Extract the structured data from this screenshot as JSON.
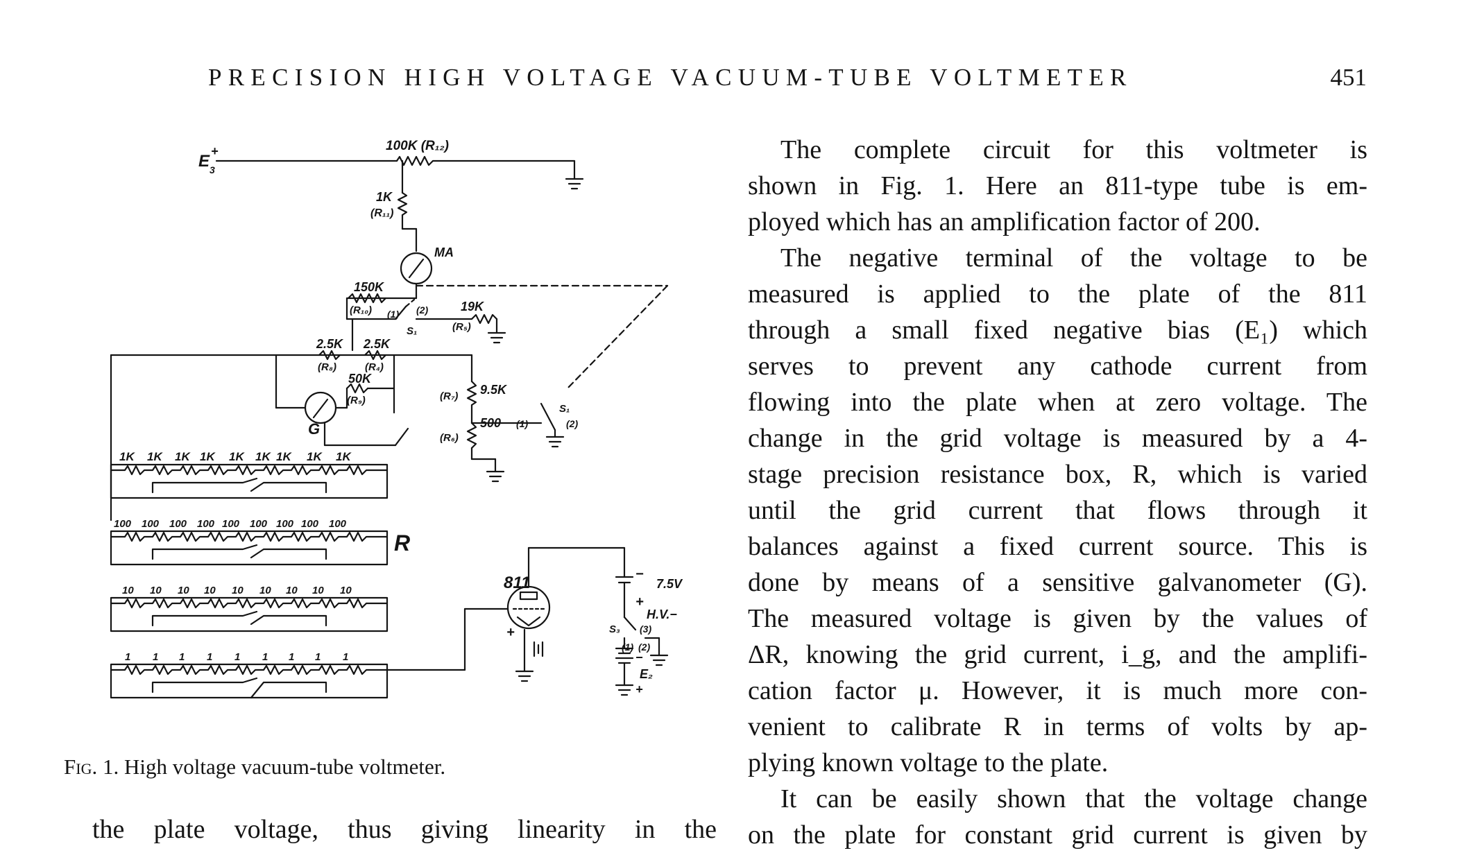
{
  "header": {
    "running_title": "PRECISION HIGH VOLTAGE VACUUM-TUBE VOLTMETER",
    "page_number": "451"
  },
  "figure": {
    "caption_label": "Fig. 1.",
    "caption_text": "High voltage vacuum-tube voltmeter.",
    "labels": {
      "e3": "E",
      "e3_sub": "3",
      "e3_plus": "+",
      "r12": "100K (R₁₂)",
      "r11_value": "1K",
      "r11_ref": "(R₁₁)",
      "ma": "MA",
      "r10_value": "150K",
      "r10_ref": "(R₁₀)",
      "sw1_pos1": "(1)",
      "sw1_pos2": "(2)",
      "sw1_name": "S₁",
      "r5_value": "19K",
      "r5_ref": "(R₅)",
      "r8_value": "2.5K",
      "r8_ref": "(R₈)",
      "r4_value": "2.5K",
      "r4_ref": "(R₄)",
      "r9_value": "50K",
      "r9_ref": "(R₉)",
      "galvanometer": "G",
      "r7_ref": "(R₇)",
      "r7_value": "9.5K",
      "r6_value": "500",
      "r6_ref": "(R₆)",
      "sw1b_pos1": "(1)",
      "sw1b_name": "S₁",
      "sw1b_pos2": "(2)",
      "decade_1k": [
        "1K",
        "1K",
        "1K",
        "1K",
        "1K",
        "1K",
        "1K",
        "1K",
        "1K"
      ],
      "decade_100": [
        "100",
        "100",
        "100",
        "100",
        "100",
        "100",
        "100",
        "100",
        "100"
      ],
      "decade_10": [
        "10",
        "10",
        "10",
        "10",
        "10",
        "10",
        "10",
        "10",
        "10"
      ],
      "decade_1": [
        "1",
        "1",
        "1",
        "1",
        "1",
        "1",
        "1",
        "1",
        "1"
      ],
      "resistance_box": "R",
      "tube": "811",
      "bias_minus": "−",
      "bias_voltage": "7.5V",
      "bias_plus": "+",
      "hv": "H.V.−",
      "sw3_name": "S₃",
      "sw3_pos1": "(1)",
      "sw3_pos2": "(2)",
      "sw3_pos3": "(3)",
      "e2": "E₂",
      "e2_minus": "−",
      "e2_plus": "+",
      "grid_plus": "+"
    }
  },
  "body": {
    "right_column": [
      "The complete circuit for this voltmeter is",
      "shown in Fig. 1. Here an 811-type tube is em-",
      "ployed which has an amplification factor of 200.",
      "The negative terminal of the voltage to be",
      "measured is applied to the plate of the 811",
      "through a small fixed negative bias (E₁) which",
      "serves to prevent any cathode current from",
      "flowing into the plate when at zero voltage. The",
      "change in the grid voltage is measured by a 4-",
      "stage precision resistance box, R, which is varied",
      "until the grid current that flows through it",
      "balances against a fixed current source. This is",
      "done by means of a sensitive galvanometer (G).",
      "The measured voltage is given by the values of",
      "ΔR, knowing the grid current, i_g, and the amplifi-",
      "cation factor μ. However, it is much more con-",
      "venient to calibrate R in terms of volts by ap-",
      "plying known voltage to the plate.",
      "It can be easily shown that the voltage change",
      "on the plate for constant grid current is given by"
    ],
    "left_column_bottom": "the plate voltage, thus giving linearity in the"
  }
}
